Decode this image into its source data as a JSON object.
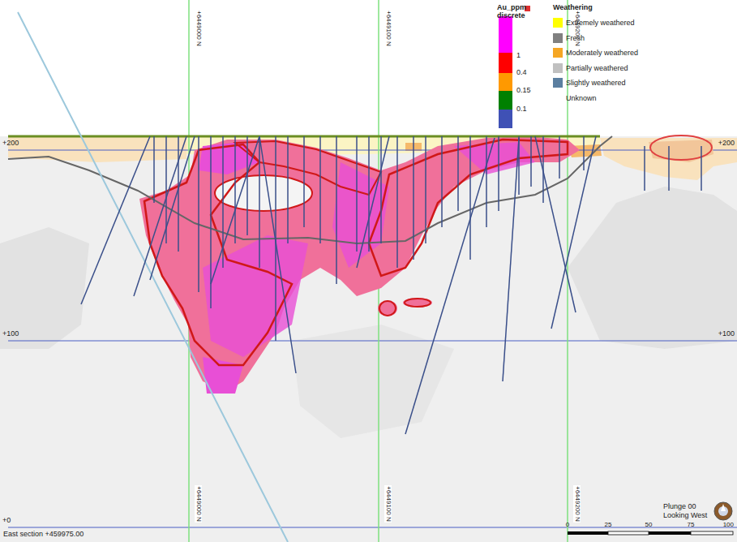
{
  "diagram": {
    "labels": [
      "Au_ppm",
      "discrete",
      "1",
      "0.4",
      "0.15",
      "0.1",
      "Weathering",
      "+6449000 N",
      "+6449100 N",
      "+6449200 N",
      "+200",
      "+200",
      "+100",
      "+100",
      "+0",
      "+6449000 N",
      "+6449100 N",
      "+6449200 N",
      "East section +459975.00",
      "0",
      "25",
      "50",
      "75",
      "100",
      "Plunge 00",
      "Looking West"
    ],
    "legend": [
      {
        "text": "Extremely weathered",
        "color": "#ffff00"
      },
      {
        "text": "Fresh",
        "color": "#808080"
      },
      {
        "text": "Moderately weathered",
        "color": "#f5a623"
      },
      {
        "text": "Partially weathered",
        "color": "#c0c0c0"
      },
      {
        "text": "Slightly weathered",
        "color": "#5b7fa0"
      },
      {
        "text": "Unknown"
      }
    ]
  }
}
